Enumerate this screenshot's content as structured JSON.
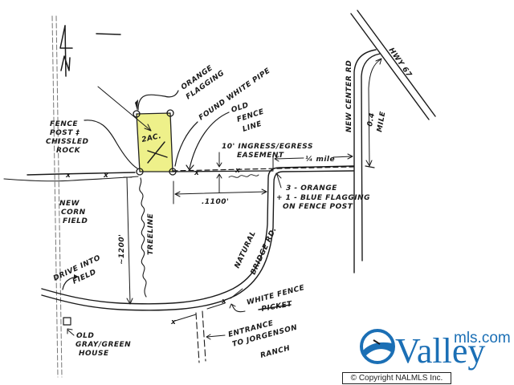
{
  "map": {
    "type": "hand-drawn property location sketch",
    "north_arrow": {
      "label": "N"
    },
    "parcel": {
      "label": "2AC.",
      "highlight_color": "#eef08a"
    },
    "annotations": {
      "orange_flagging": [
        "ORANGE",
        "FLAGGING"
      ],
      "found_white_pipe": "FOUND WHITE PIPE",
      "old_fence_line": [
        "OLD",
        "FENCE",
        "LINE"
      ],
      "fence_post": [
        "FENCE",
        "POST ‡",
        "CHISSLED",
        "ROCK"
      ],
      "easement": [
        "10' INGRESS/EGRESS",
        "EASEMENT"
      ],
      "quarter_mile": "¼ mile",
      "point_four_mile": [
        "0.4",
        "MILE"
      ],
      "flagging_note": [
        "3 - ORANGE",
        "+ 1 - BLUE FLAGGING",
        "ON FENCE POST"
      ],
      "distance_1100": ".1100'",
      "distance_1200": "~1200'",
      "treeline": "TREELINE",
      "new_corn_field": [
        "NEW",
        "CORN",
        "FIELD"
      ],
      "drive_into_field": [
        "DRIVE INTO",
        "FIELD"
      ],
      "old_house": [
        "OLD",
        "GRAY/GREEN",
        "HOUSE"
      ],
      "white_fence": "WHITE FENCE",
      "white_fence_struck": "PICKET",
      "entrance": [
        "ENTRANCE",
        "TO JORGENSON",
        "RANCH"
      ]
    },
    "roads": {
      "hwy": "HWY 67",
      "new_center_rd": "NEW CENTER RD",
      "natural": "NATURAL",
      "bridge_rd": "BRIDGE RD."
    }
  },
  "watermark": {
    "brand_main": "Valley",
    "brand_suffix": "mls.com",
    "brand_color": "#1b6fb5",
    "copyright": "© Copyright NALMLS Inc."
  }
}
